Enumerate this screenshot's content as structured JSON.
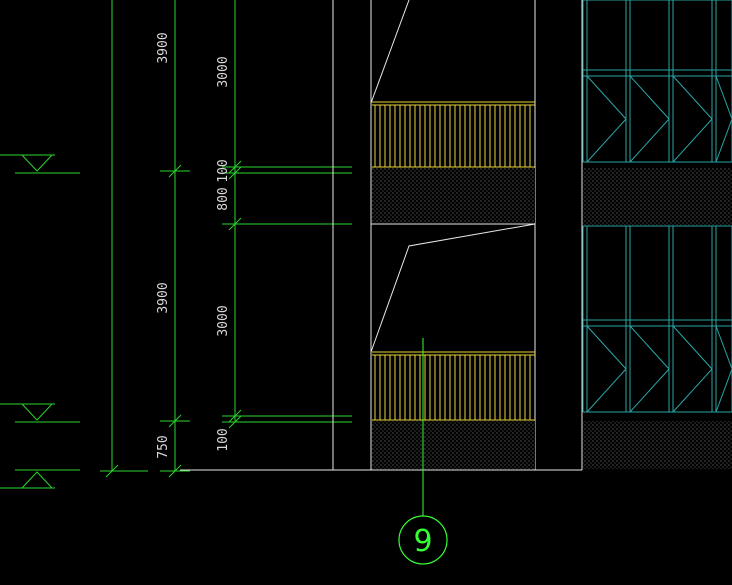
{
  "drawing": {
    "background": "#000000",
    "colors": {
      "dimension": "#2bd62b",
      "outline": "#e8e8e8",
      "railing": "#e8d23a",
      "hatch": "#7a7a7a",
      "window": "#2aa6a6",
      "axis": "#33ff33"
    },
    "dimensions": {
      "outer": [
        "3900",
        "3900",
        "750"
      ],
      "inner": [
        "3000",
        "100",
        "800",
        "3000",
        "100"
      ]
    },
    "axis_label": "9",
    "level_markers": [
      "level-mark-upper",
      "level-mark-middle",
      "level-mark-lower"
    ]
  }
}
